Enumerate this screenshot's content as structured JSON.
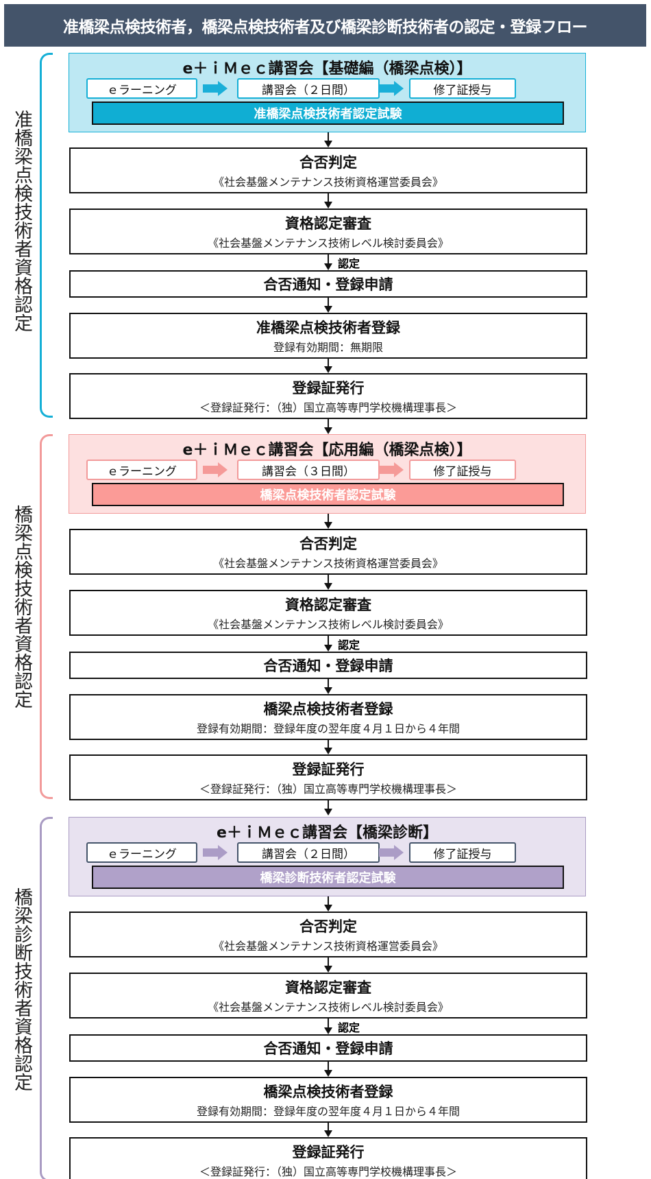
{
  "title": "准橋梁点検技術者，橋梁点検技術者及び橋梁診断技術者の認定・登録フロー",
  "sections": [
    {
      "label": "准橋梁点検技術者資格認定",
      "color": "#14afd6",
      "bg": "#bde8f3",
      "exam_bg": "#10aed3",
      "arrow": "#1aafd8",
      "course_title": "e＋ｉＭｅｃ講習会【基礎編（橋梁点検）】",
      "steps": [
        "ｅラーニング",
        "講習会（２日間）",
        "修了証授与"
      ],
      "exam": "准橋梁点検技術者認定試験",
      "judge": {
        "h": "合否判定",
        "s": "《社会基盤メンテナンス技術資格運営委員会》"
      },
      "review": {
        "h": "資格認定審査",
        "s": "《社会基盤メンテナンス技術レベル検討委員会》"
      },
      "cert_label": "認定",
      "notify": "合否通知・登録申請",
      "register": {
        "h": "准橋梁点検技術者登録",
        "s": "登録有効期間：無期限"
      },
      "issue": {
        "h": "登録証発行",
        "s": "＜登録証発行：（独）国立高等専門学校機構理事長＞"
      }
    },
    {
      "label": "橋梁点検技術者資格認定",
      "color": "#f29a9a",
      "bg": "#fde0e0",
      "exam_bg": "#fb9b97",
      "arrow": "#f59a98",
      "course_title": "e＋ｉＭｅｃ講習会【応用編（橋梁点検）】",
      "steps": [
        "ｅラーニング",
        "講習会（３日間）",
        "修了証授与"
      ],
      "exam": "橋梁点検技術者認定試験",
      "judge": {
        "h": "合否判定",
        "s": "《社会基盤メンテナンス技術資格運営委員会》"
      },
      "review": {
        "h": "資格認定審査",
        "s": "《社会基盤メンテナンス技術レベル検討委員会》"
      },
      "cert_label": "認定",
      "notify": "合否通知・登録申請",
      "register": {
        "h": "橋梁点検技術者登録",
        "s": "登録有効期間：登録年度の翌年度４月１日から４年間"
      },
      "issue": {
        "h": "登録証発行",
        "s": "＜登録証発行：（独）国立高等専門学校機構理事長＞"
      }
    },
    {
      "label": "橋梁診断技術者資格認定",
      "color": "#a99bc3",
      "bg": "#e8e2f0",
      "exam_bg": "#b0a1c9",
      "arrow": "#ab9cc6",
      "course_title": "e＋ｉＭｅｃ講習会【橋梁診断】",
      "steps": [
        "ｅラーニング",
        "講習会（２日間）",
        "修了証授与"
      ],
      "exam": "橋梁診断技術者認定試験",
      "judge": {
        "h": "合否判定",
        "s": "《社会基盤メンテナンス技術資格運営委員会》"
      },
      "review": {
        "h": "資格認定審査",
        "s": "《社会基盤メンテナンス技術レベル検討委員会》"
      },
      "cert_label": "認定",
      "notify": "合否通知・登録申請",
      "register": {
        "h": "橋梁点検技術者登録",
        "s": "登録有効期間：登録年度の翌年度４月１日から４年間"
      },
      "issue": {
        "h": "登録証発行",
        "s": "＜登録証発行：（独）国立高等専門学校機構理事長＞"
      }
    }
  ]
}
